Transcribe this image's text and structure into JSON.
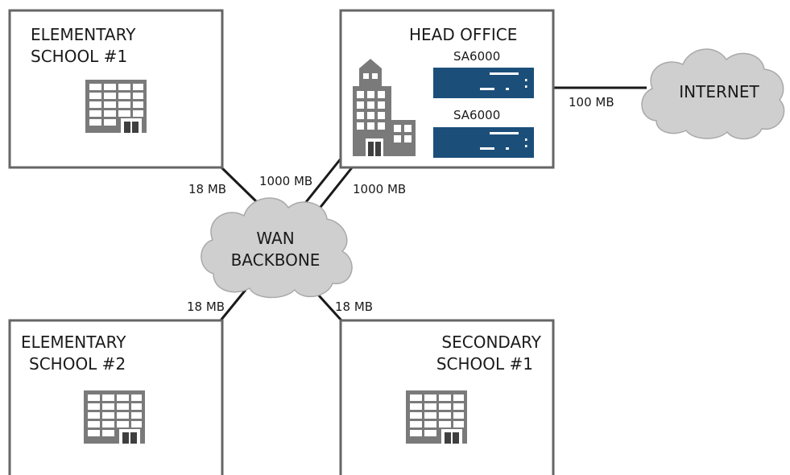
{
  "colors": {
    "box_stroke": "#666666",
    "line": "#1a1a1a",
    "cloud_fill": "#cfcfcf",
    "building": "#7a7a7a",
    "device": "#1b4f7a"
  },
  "sites": {
    "elementary1": {
      "line1": "ELEMENTARY",
      "line2": "SCHOOL #1",
      "icon": "building-icon"
    },
    "head_office": {
      "title": "HEAD OFFICE",
      "icon": "office-tower-icon",
      "devices": [
        {
          "label": "SA6000"
        },
        {
          "label": "SA6000"
        }
      ]
    },
    "elementary2": {
      "line1": "ELEMENTARY",
      "line2": "SCHOOL #2",
      "icon": "building-icon"
    },
    "secondary1": {
      "line1": "SECONDARY",
      "line2": "SCHOOL #1",
      "icon": "building-icon"
    }
  },
  "clouds": {
    "internet": {
      "label": "INTERNET"
    },
    "wan": {
      "line1": "WAN",
      "line2": "BACKBONE"
    }
  },
  "links": {
    "head_internet": "100 MB",
    "elem1_wan": "18 MB",
    "head_wan_a": "1000 MB",
    "head_wan_b": "1000 MB",
    "elem2_wan": "18 MB",
    "sec1_wan": "18 MB"
  }
}
